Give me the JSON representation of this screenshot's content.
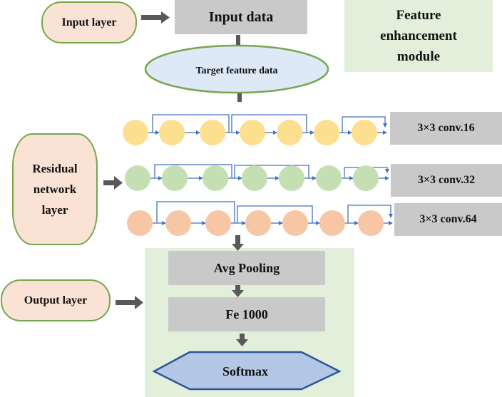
{
  "diagram": {
    "input_layer": "Input layer",
    "input_data": "Input data",
    "target_feature": "Target feature data",
    "feature_module": "Feature enhancement module",
    "residual_layer": "Residual network layer",
    "output_layer": "Output layer",
    "avg_pooling": "Avg Pooling",
    "fc": "Fe 1000",
    "softmax": "Softmax",
    "conv_rows": [
      {
        "label": "3×3 conv.16",
        "color": "#fde08f",
        "nodes": 7
      },
      {
        "label": "3×3 conv.32",
        "color": "#c4e0b3",
        "nodes": 7
      },
      {
        "label": "3×3 conv.64",
        "color": "#f7c6a4",
        "nodes": 7
      }
    ],
    "colors": {
      "pill_fill": "#fae3d5",
      "pill_border": "#76a64a",
      "gray_box": "#c9c9c9",
      "green_panel": "#e2efda",
      "ellipse_fill": "#dde9f6",
      "softmax_fill": "#b4c7e7",
      "softmax_border": "#2f5597",
      "connector": "#4472c4",
      "arrow": "#595959"
    }
  }
}
